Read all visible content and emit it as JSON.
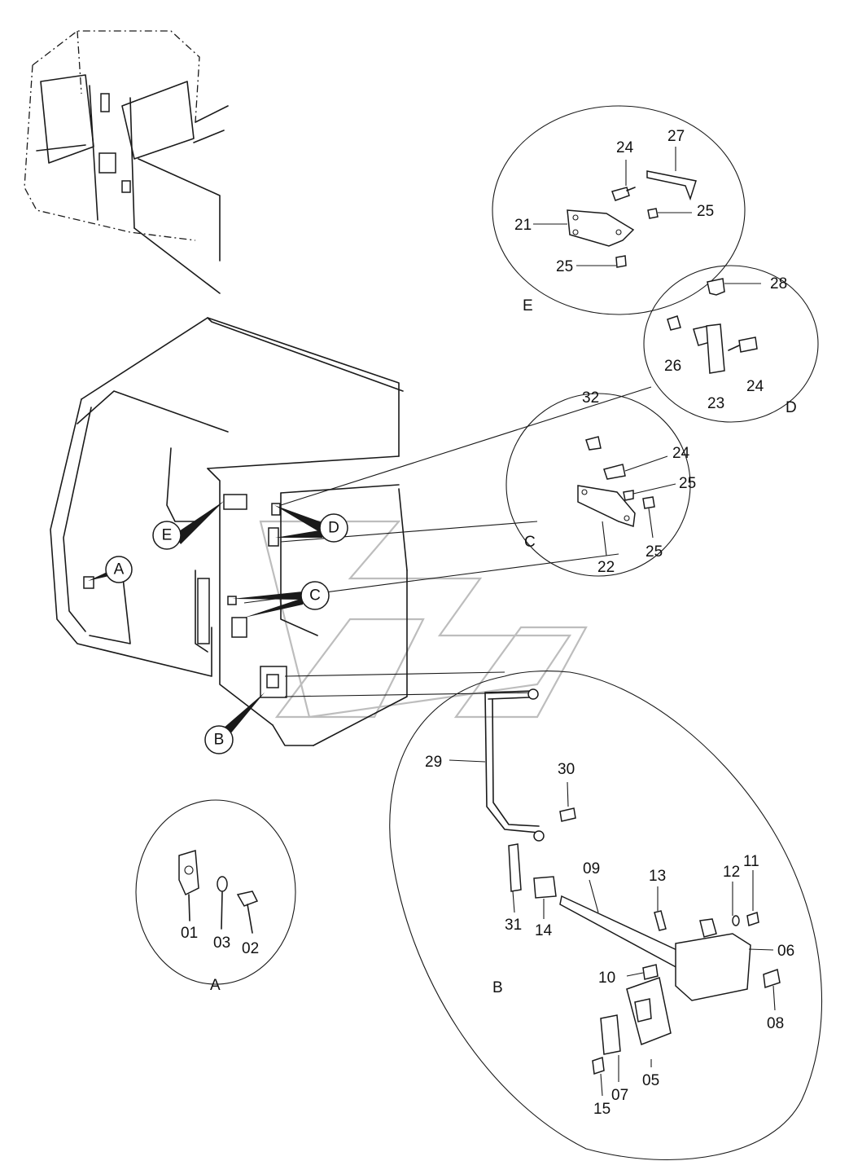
{
  "detail_labels": {
    "A": "A",
    "B": "B",
    "C": "C",
    "D": "D",
    "E": "E"
  },
  "callouts": {
    "A": "A",
    "B": "B",
    "C": "C",
    "D": "D",
    "E": "E"
  },
  "parts": {
    "p01": "01",
    "p02": "02",
    "p03": "03",
    "p05": "05",
    "p06": "06",
    "p07": "07",
    "p08": "08",
    "p09": "09",
    "p10": "10",
    "p11": "11",
    "p12": "12",
    "p13": "13",
    "p14": "14",
    "p15": "15",
    "p21": "21",
    "p22": "22",
    "p23": "23",
    "p24e": "24",
    "p24d": "24",
    "p24c": "24",
    "p25e1": "25",
    "p25e2": "25",
    "p25c1": "25",
    "p25c2": "25",
    "p26": "26",
    "p27": "27",
    "p28": "28",
    "p29": "29",
    "p30": "30",
    "p31": "31",
    "p32": "32"
  }
}
